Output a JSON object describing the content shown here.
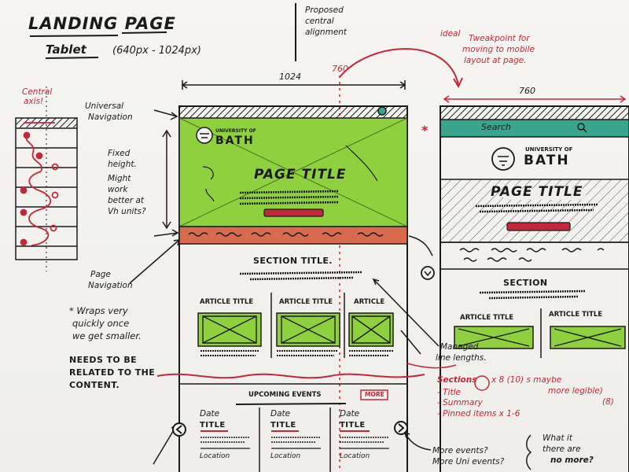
{
  "heading": {
    "title": "LANDING PAGE",
    "subtitle": "Tablet",
    "range": "(640px - 1024px)"
  },
  "top_note": {
    "lines": [
      "Proposed",
      "central",
      "alignment"
    ]
  },
  "dimensions": {
    "width_1024": "1024",
    "width_760_top": "760",
    "width_760_right": "760"
  },
  "red_note_top": {
    "lines": [
      "ideal",
      "Tweakpoint for",
      "moving to mobile",
      "layout at page."
    ]
  },
  "left_notes": {
    "central_axis": [
      "Central",
      "axis!"
    ],
    "universal_nav": [
      "Universal",
      "Navigation"
    ],
    "fixed_height": [
      "Fixed",
      "height.",
      "Might",
      "work",
      "better at",
      "Vh units?"
    ],
    "page_nav": [
      "Page",
      "Navigation"
    ],
    "wraps": [
      "* Wraps very",
      "quickly once",
      "we get smaller."
    ],
    "needs": [
      "NEEDS TO BE",
      "RELATED TO THE",
      "CONTENT."
    ]
  },
  "tablet": {
    "logo_small": "UNIVERSITY OF",
    "logo": "BATH",
    "page_title": "PAGE TITLE",
    "section_title": "SECTION TITLE.",
    "articles": [
      "ARTICLE TITLE",
      "ARTICLE TITLE",
      "ARTICLE"
    ],
    "events_title": "UPCOMING EVENTS",
    "more_label": "MORE",
    "events": [
      {
        "date": "Date",
        "title": "TITLE",
        "location": "Location"
      },
      {
        "date": "Date",
        "title": "TITLE",
        "location": "Location"
      },
      {
        "date": "Date",
        "title": "TITLE",
        "location": "Location"
      }
    ]
  },
  "mobile": {
    "search": "Search",
    "logo_small": "UNIVERSITY OF",
    "logo": "BATH",
    "page_title": "PAGE TITLE",
    "section": "SECTION",
    "articles": [
      "ARTICLE TITLE",
      "ARTICLE TITLE"
    ]
  },
  "right_notes": {
    "star": "*",
    "managed": [
      "Managed",
      "line lengths."
    ],
    "sections": "Sections",
    "sections_count": "x 8 (10) s maybe",
    "more_legible": "more legible)",
    "num": "(8)",
    "list": [
      "- Title",
      "- Summary",
      "- Pinned items x 1-6"
    ],
    "more_events": [
      "More events?",
      "More Uni events?"
    ],
    "what_if": [
      "What it",
      "there are",
      "no more?"
    ]
  },
  "colors": {
    "ink": "#1b1b1b",
    "red": "#c3283a",
    "green": "#8fd03e",
    "teal": "#3aa58f",
    "salmon": "#d86b4f"
  }
}
